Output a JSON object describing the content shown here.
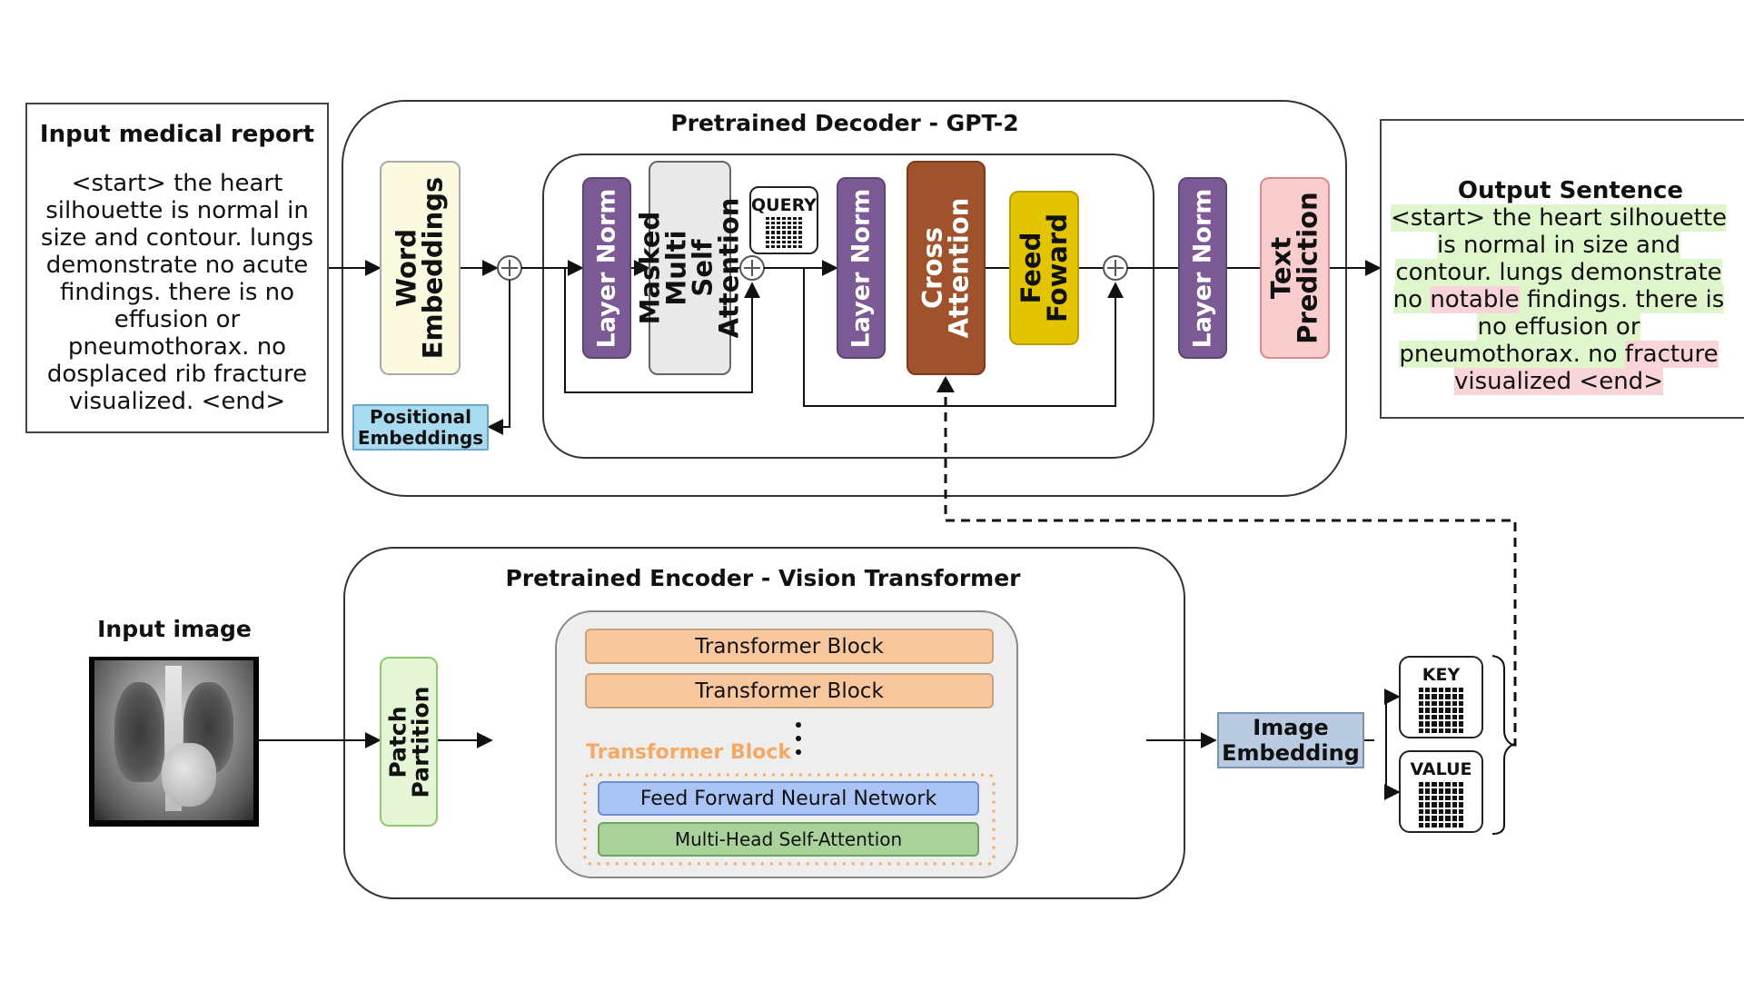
{
  "report": {
    "title": "Input medical report",
    "text": "<start> the heart silhouette is normal in size and contour. lungs demonstrate no acute findings. there is no effusion or pneumothorax. no dosplaced rib fracture visualized. <end>"
  },
  "decoder": {
    "title": "Pretrained Decoder - GPT-2",
    "word_embeddings": "Word Embeddings",
    "positional_embeddings": "Positional Embeddings",
    "layer_norm_1": "Layer Norm",
    "masked_attention": "Masked Multi Self Attention",
    "query": "QUERY",
    "layer_norm_2": "Layer Norm",
    "cross_attention": "Cross Attention",
    "feed_forward": "Feed Foward",
    "layer_norm_3": "Layer Norm",
    "text_prediction": "Text Prediction"
  },
  "output": {
    "title": "Output Sentence",
    "segments": [
      {
        "text": "<start> the heart silhouette is normal in size and contour. lungs demonstrate no ",
        "highlight": "green"
      },
      {
        "text": "notable",
        "highlight": "red"
      },
      {
        "text": " findings. there is no effusion or pneumothorax. no ",
        "highlight": "green"
      },
      {
        "text": "fracture visualized <end>",
        "highlight": "red"
      }
    ]
  },
  "encoder": {
    "title": "Pretrained Encoder - Vision Transformer",
    "input_image_label": "Input image",
    "patch_partition": "Patch Partition",
    "transformer_block_1": "Transformer Block",
    "transformer_block_2": "Transformer Block",
    "transformer_block_label": "Transformer Block",
    "ffnn": "Feed Forward Neural Network",
    "mhsa": "Multi-Head Self-Attention",
    "image_embedding": "Image Embedding",
    "key": "KEY",
    "value": "VALUE"
  },
  "colors": {
    "layer_norm": "#7b5a95",
    "cross_attention": "#a0522d",
    "feed_forward": "#e3c400",
    "word_embeddings": "#fbfae0",
    "positional_embeddings": "#a8daf0",
    "text_prediction": "#f9cdcd",
    "patch_partition": "#e4f6d6",
    "transformer_block": "#f9c79d",
    "ffnn": "#a9c4f5",
    "mhsa": "#a8d29a",
    "image_embedding": "#b9cbe0",
    "tb_label": "#f5a964",
    "highlight_green": "#dff5cc",
    "highlight_red": "#f9d4d8"
  }
}
